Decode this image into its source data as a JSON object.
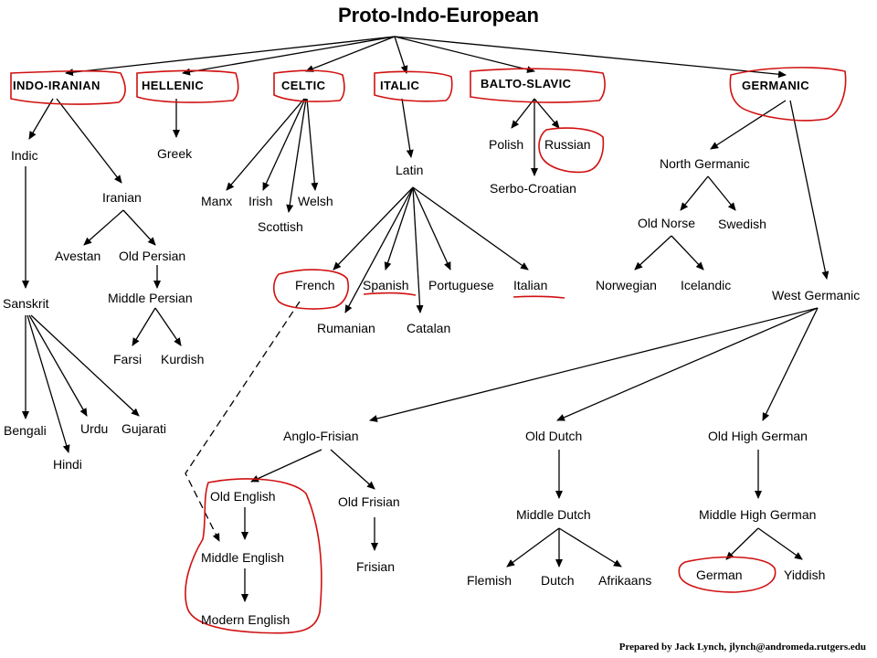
{
  "root": "Proto-Indo-European",
  "branches": {
    "indo_iranian": "INDO-IRANIAN",
    "hellenic": "HELLENIC",
    "celtic": "CELTIC",
    "italic": "ITALIC",
    "balto_slavic": "BALTO-SLAVIC",
    "germanic": "GERMANIC"
  },
  "languages": {
    "indic": "Indic",
    "iranian": "Iranian",
    "avestan": "Avestan",
    "old_persian": "Old Persian",
    "middle_persian": "Middle Persian",
    "farsi": "Farsi",
    "kurdish": "Kurdish",
    "sanskrit": "Sanskrit",
    "bengali": "Bengali",
    "hindi": "Hindi",
    "urdu": "Urdu",
    "gujarati": "Gujarati",
    "greek": "Greek",
    "manx": "Manx",
    "irish": "Irish",
    "scottish": "Scottish",
    "welsh": "Welsh",
    "latin": "Latin",
    "french": "French",
    "spanish": "Spanish",
    "portuguese": "Portuguese",
    "italian": "Italian",
    "rumanian": "Rumanian",
    "catalan": "Catalan",
    "polish": "Polish",
    "russian": "Russian",
    "serbo_croatian": "Serbo-Croatian",
    "north_germanic": "North Germanic",
    "old_norse": "Old Norse",
    "swedish": "Swedish",
    "norwegian": "Norwegian",
    "icelandic": "Icelandic",
    "west_germanic": "West Germanic",
    "anglo_frisian": "Anglo-Frisian",
    "old_english": "Old English",
    "middle_english": "Middle English",
    "modern_english": "Modern English",
    "old_frisian": "Old Frisian",
    "frisian": "Frisian",
    "old_dutch": "Old Dutch",
    "middle_dutch": "Middle Dutch",
    "flemish": "Flemish",
    "dutch": "Dutch",
    "afrikaans": "Afrikaans",
    "old_high_german": "Old High German",
    "middle_high_german": "Middle High German",
    "german": "German",
    "yiddish": "Yiddish"
  },
  "credit": "Prepared by Jack Lynch, jlynch@andromeda.rutgers.edu",
  "annotation_color": "#d01010"
}
